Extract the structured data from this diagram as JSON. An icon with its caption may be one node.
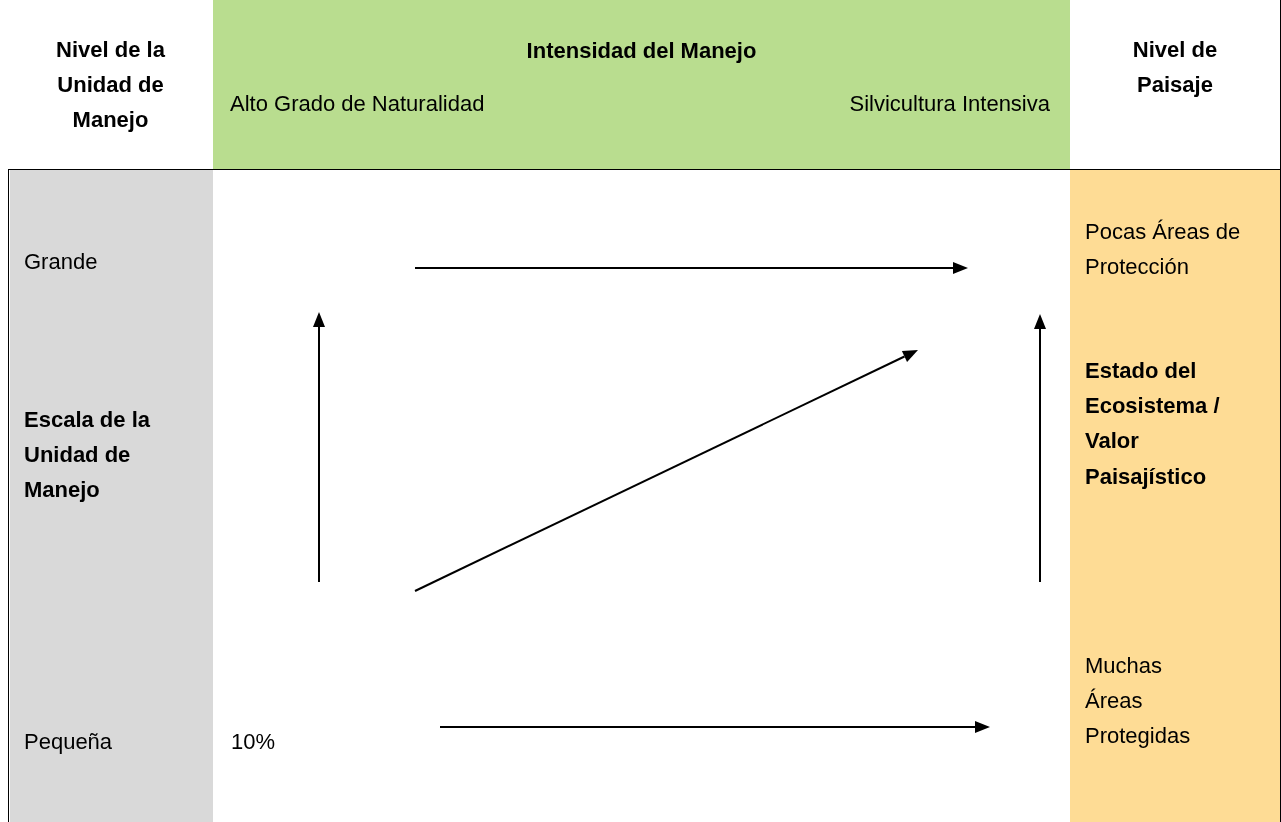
{
  "diagram": {
    "nodes": [
      {
        "text": [
          "Nivel de la Unidad de Manejo"
        ]
      },
      {
        "text": [
          "Intensidad del Manejo",
          "Alto Grado de Naturalidad",
          "Silvicultura Intensiva"
        ]
      },
      {
        "text": [
          "Nivel de Paisaje"
        ]
      },
      {
        "text": [
          "Grande",
          "Escala de la Unidad de Manejo",
          "Pequeña"
        ]
      },
      {
        "text": [
          "Pocas Áreas de Protección",
          "Estado del Ecosistema / Valor Paisajístico",
          "Muchas Áreas Protegidas"
        ]
      }
    ],
    "labels": [
      "10%"
    ]
  }
}
